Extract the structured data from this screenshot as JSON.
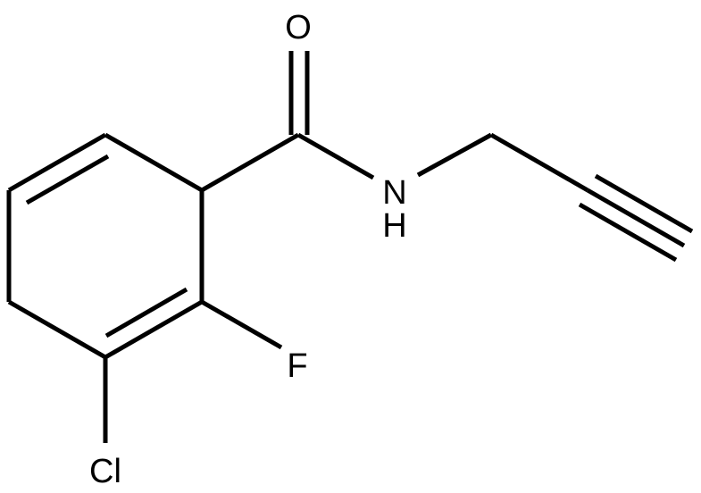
{
  "structure": {
    "atoms": {
      "oxygen": "O",
      "nitrogen": "N",
      "hydrogen": "H",
      "fluorine": "F",
      "chlorine": "Cl"
    }
  }
}
